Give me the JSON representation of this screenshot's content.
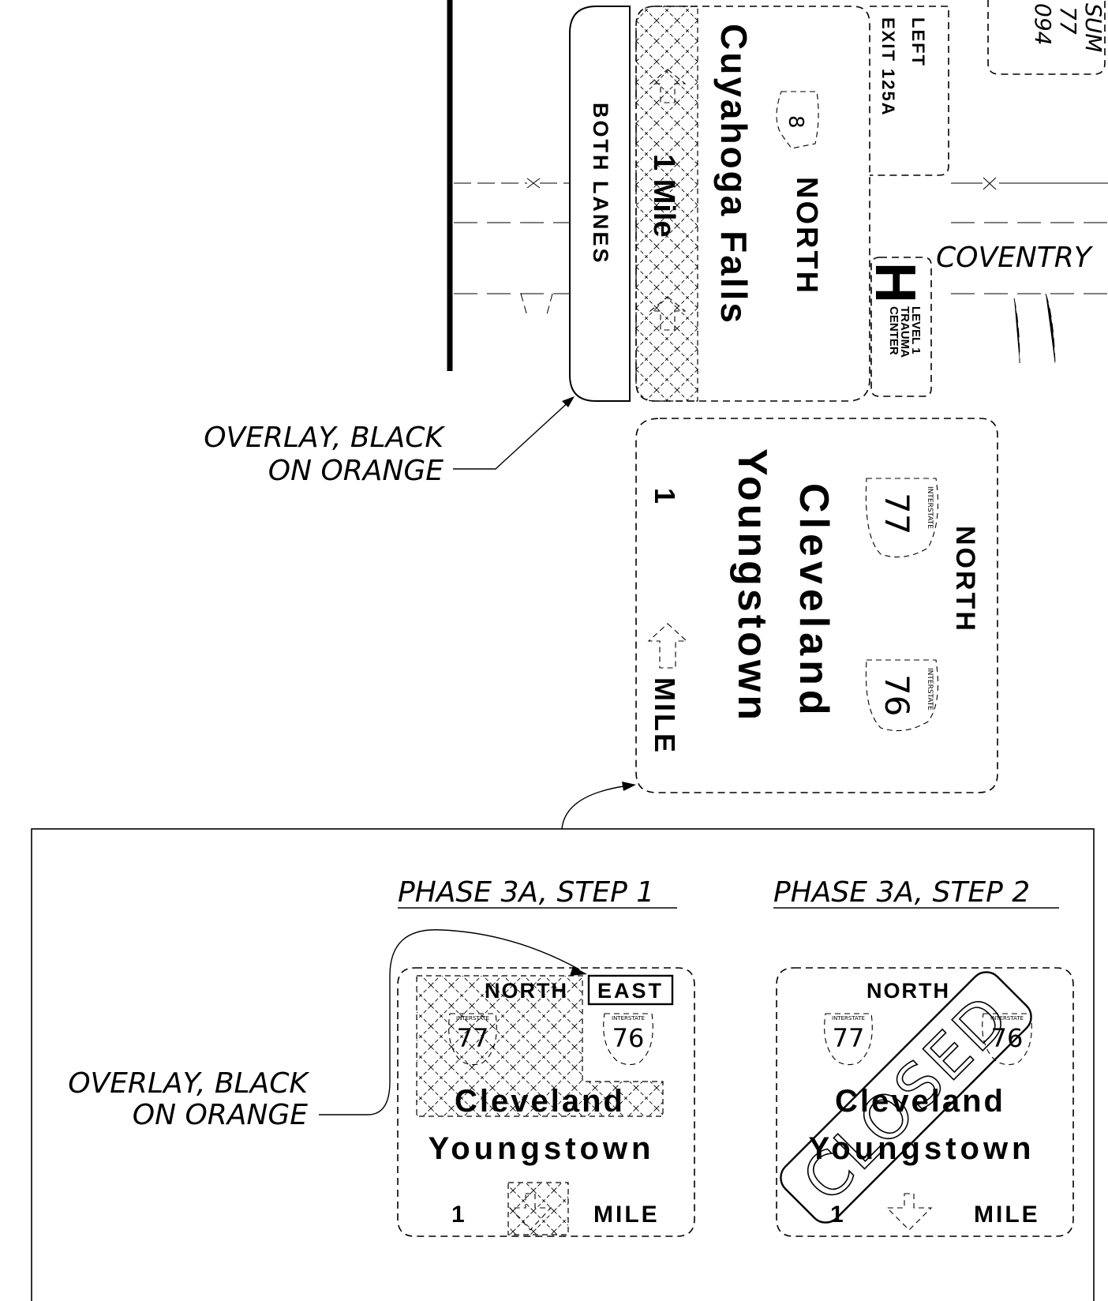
{
  "top_detail": {
    "overlay_panel_text": "BOTH LANES",
    "sign_left": {
      "mileage": "1 Mile",
      "destination": "Cuyahoga Falls",
      "route_shield": "8",
      "direction": "NORTH",
      "exit_tab_line1": "LEFT",
      "exit_tab_line2": "EXIT 125A"
    },
    "trauma_sign": {
      "letter": "H",
      "line1": "LEVEL 1",
      "line2": "TRAUMA",
      "line3": "CENTER"
    },
    "street_label": "COVENTRY",
    "cropped_text": [
      "SUM",
      "77",
      "094"
    ],
    "sign_right": {
      "direction": "NORTH",
      "shield_a_top": "INTERSTATE",
      "shield_a": "77",
      "shield_b_top": "INTERSTATE",
      "shield_b": "76",
      "destination_1": "Cleveland",
      "destination_2": "Youngstown",
      "distance_number": "1",
      "distance_unit": "MILE"
    },
    "callout_line1": "OVERLAY, BLACK",
    "callout_line2": "ON ORANGE"
  },
  "phase_panel": {
    "step1": {
      "title": "PHASE 3A, STEP 1",
      "direction": "NORTH",
      "overlay_word": "EAST",
      "shield_a_top": "INTERSTATE",
      "shield_a": "77",
      "shield_b_top": "INTERSTATE",
      "shield_b": "76",
      "destination_1": "Cleveland",
      "destination_2": "Youngstown",
      "distance_number": "1",
      "distance_unit": "MILE",
      "callout_line1": "OVERLAY, BLACK",
      "callout_line2": "ON ORANGE"
    },
    "step2": {
      "title": "PHASE 3A, STEP 2",
      "direction": "NORTH",
      "shield_a_top": "INTERSTATE",
      "shield_a": "77",
      "shield_b_top": "INTERSTATE",
      "shield_b": "76",
      "destination_1": "Cleveland",
      "destination_2": "Youngstown",
      "distance_number": "1",
      "distance_unit": "MILE",
      "closed_stamp": "CLOSED"
    }
  }
}
